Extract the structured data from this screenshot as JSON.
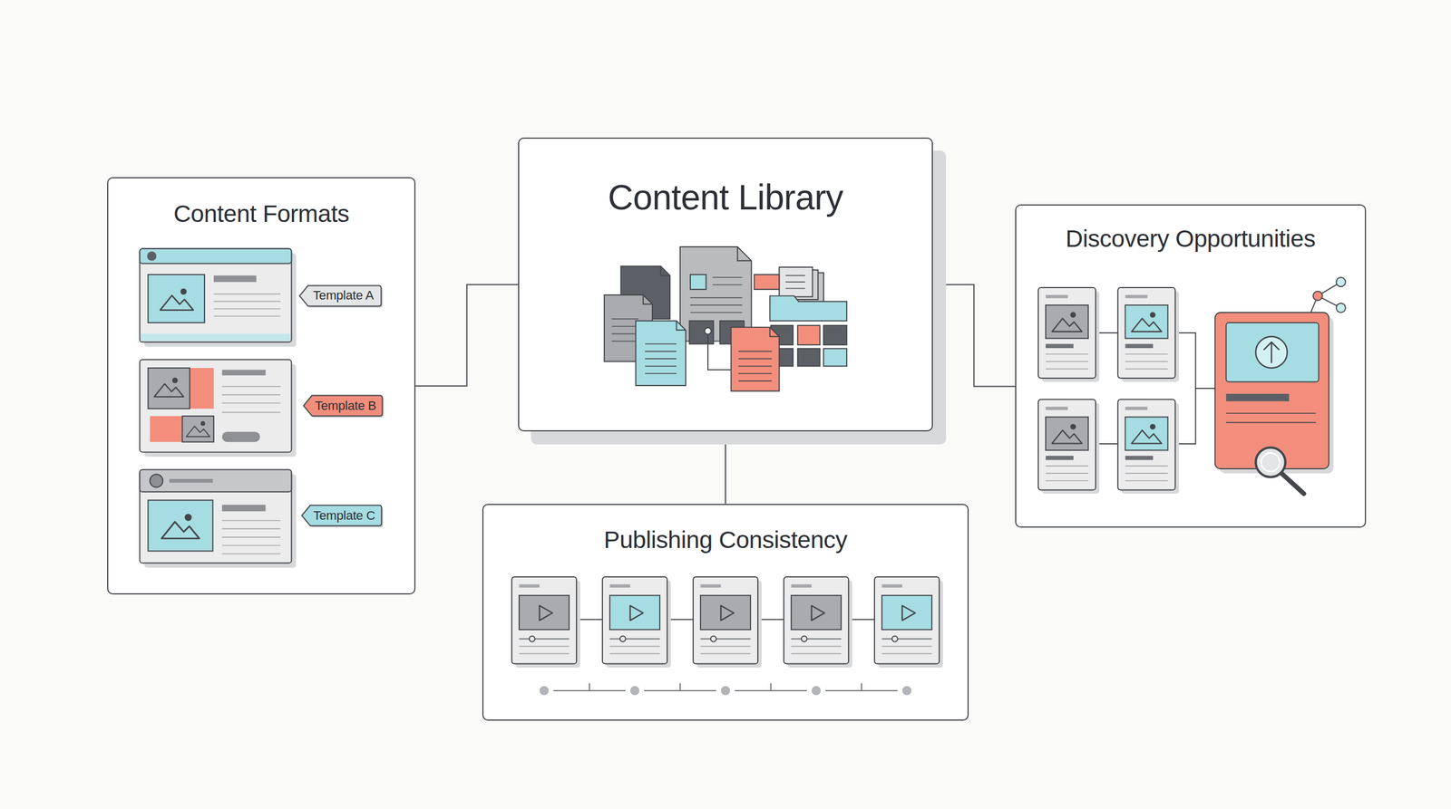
{
  "diagram": {
    "nodes": [
      {
        "text": [
          "Content Library"
        ]
      },
      {
        "text": [
          "Content Formats"
        ]
      },
      {
        "text": [
          "Template A"
        ],
        "in": 1
      },
      {
        "text": [
          "Template B"
        ],
        "in": 1
      },
      {
        "text": [
          "Template C"
        ],
        "in": 1
      },
      {
        "text": [
          "Discovery Opportunities"
        ]
      },
      {
        "text": [
          "Publishing Consistency"
        ]
      }
    ],
    "edges": [
      {
        "from": 1,
        "to": 0,
        "arrow": "none"
      },
      {
        "from": 0,
        "to": 5,
        "arrow": "none"
      },
      {
        "from": 0,
        "to": 6,
        "arrow": "none"
      }
    ]
  }
}
